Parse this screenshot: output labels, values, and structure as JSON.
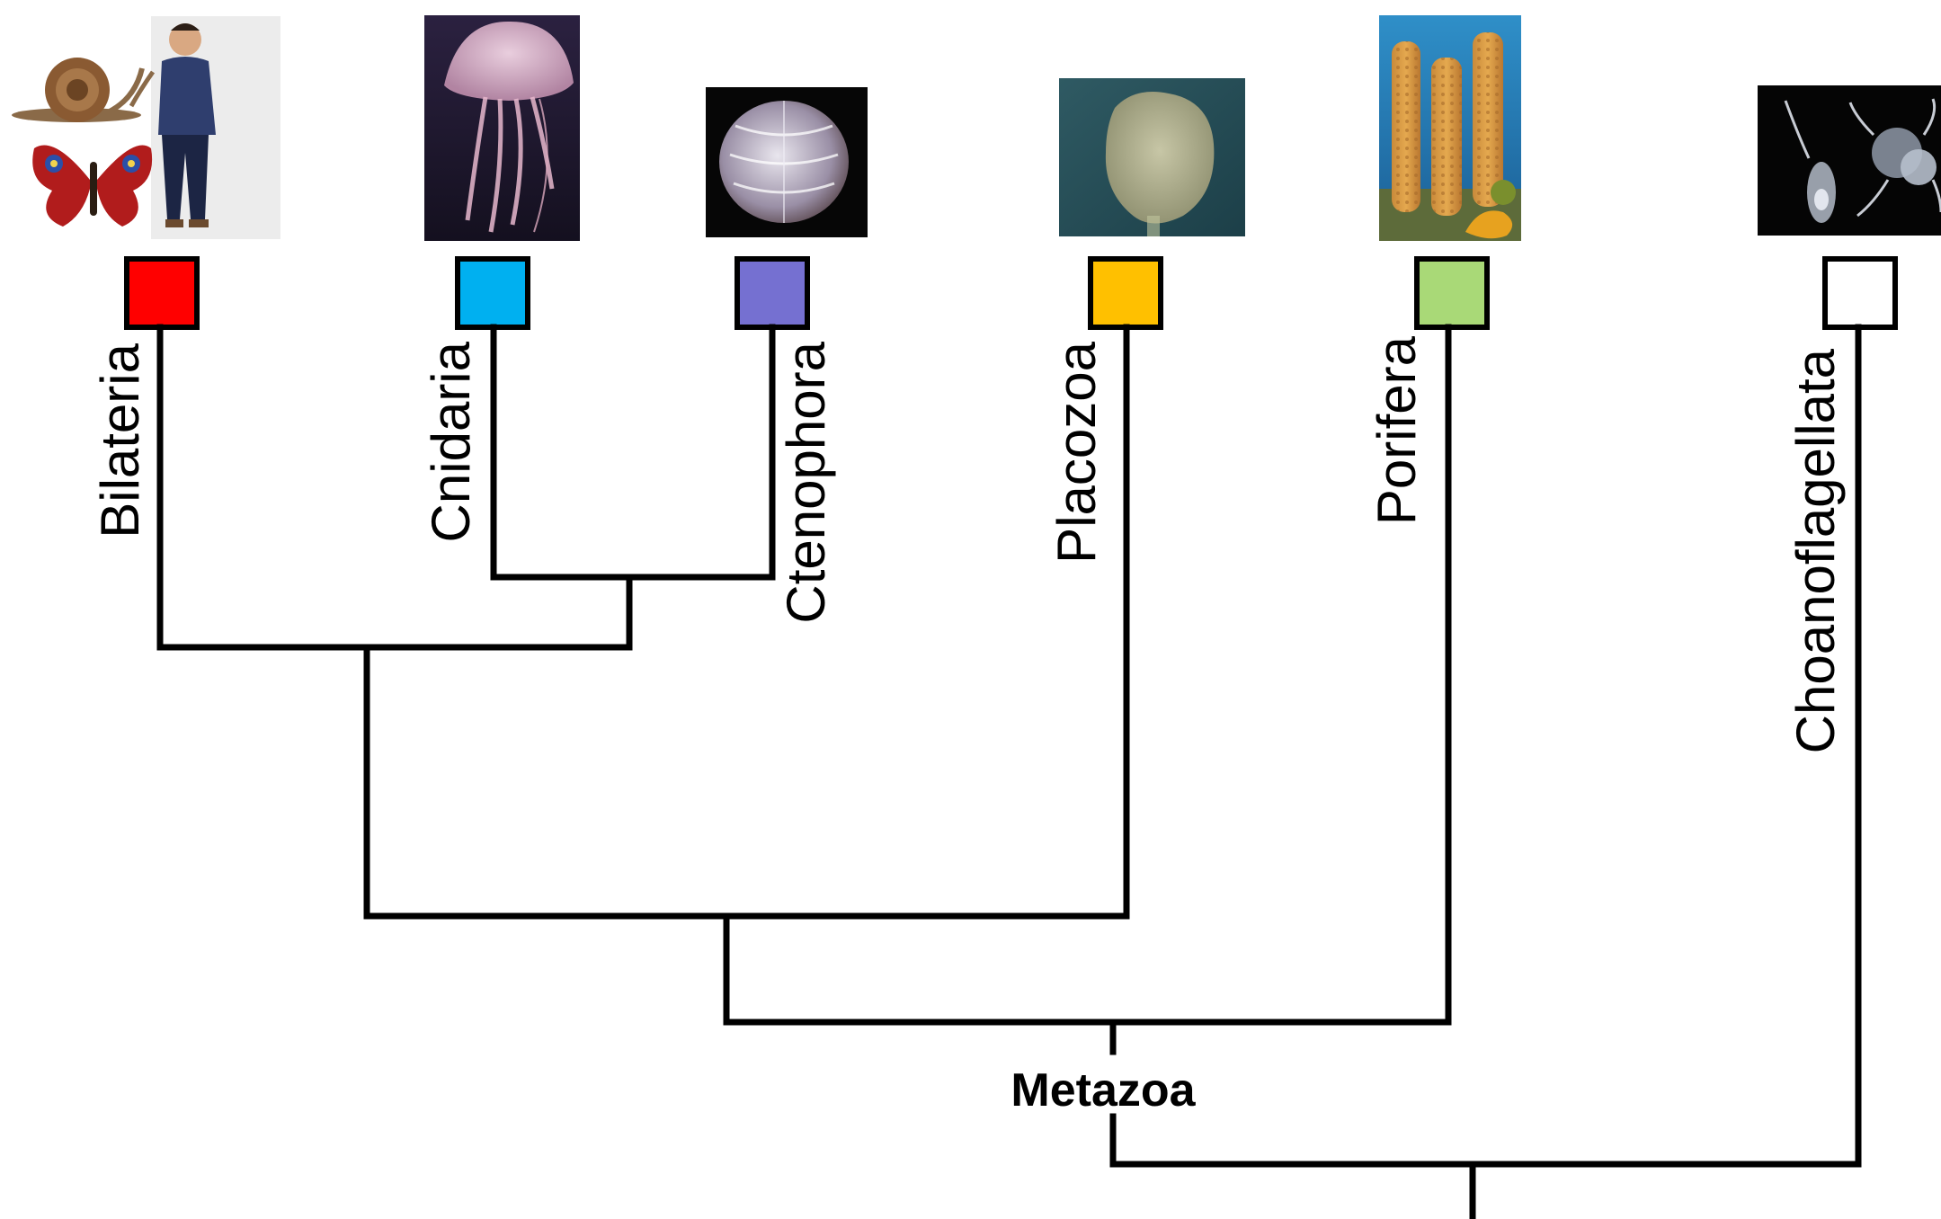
{
  "taxa": [
    {
      "name": "Bilateria",
      "color": "#ff0000",
      "photo": "snail, butterfly and man"
    },
    {
      "name": "Cnidaria",
      "color": "#00b0f0",
      "photo": "jellyfish"
    },
    {
      "name": "Ctenophora",
      "color": "#7570d1",
      "photo": "comb jelly"
    },
    {
      "name": "Placozoa",
      "color": "#ffc000",
      "photo": "placozoan"
    },
    {
      "name": "Porifera",
      "color": "#a9d977",
      "photo": "tube sponge"
    },
    {
      "name": "Choanoflagellata",
      "color": "#ffffff",
      "photo": "choanoflagellates"
    }
  ],
  "clade": {
    "label": "Metazoa"
  },
  "topology": "((((Bilateria,(Cnidaria,Ctenophora)),Placozoa),Porifera),Choanoflagellata)"
}
